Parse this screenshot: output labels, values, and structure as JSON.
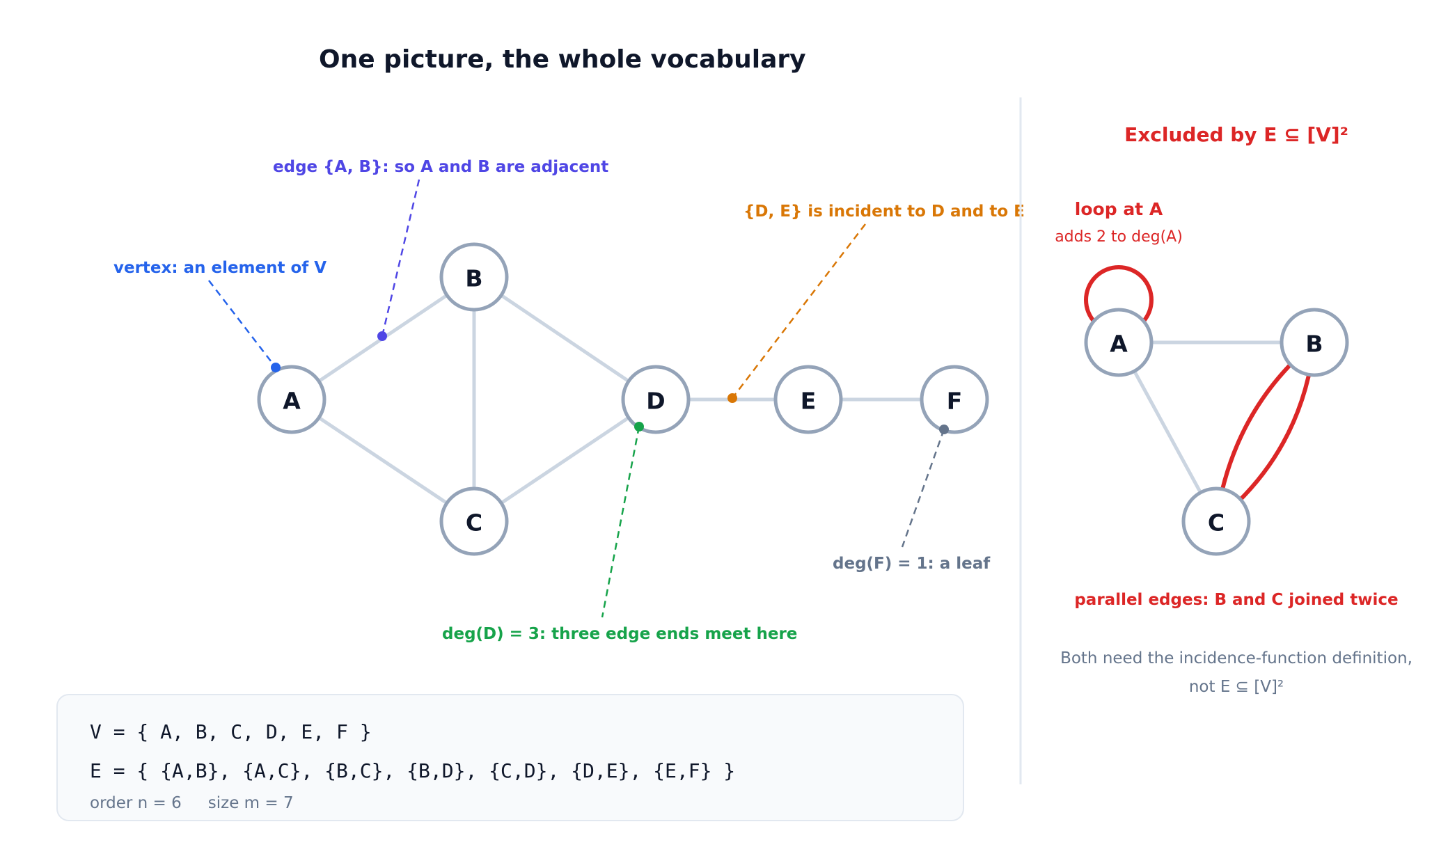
{
  "title": "One picture, the whole vocabulary",
  "main_graph": {
    "nodes": [
      "A",
      "B",
      "C",
      "D",
      "E",
      "F"
    ],
    "edges": [
      [
        "A",
        "B"
      ],
      [
        "A",
        "C"
      ],
      [
        "B",
        "C"
      ],
      [
        "B",
        "D"
      ],
      [
        "C",
        "D"
      ],
      [
        "D",
        "E"
      ],
      [
        "E",
        "F"
      ]
    ]
  },
  "annotations": {
    "vertex": "vertex: an element of V",
    "edge": "edge {A, B}: so A and B are adjacent",
    "incident": "{D, E} is incident to D and to E",
    "degree_d": "deg(D) = 3: three edge ends meet here",
    "leaf": "deg(F) = 1: a leaf"
  },
  "sets": {
    "v_line": "V = { A, B, C, D, E, F }",
    "e_line": "E = { {A,B}, {A,C}, {B,C}, {B,D}, {C,D}, {D,E}, {E,F} }",
    "order": "order n = 6",
    "size": "size m = 7"
  },
  "excluded_panel": {
    "title": "Excluded by E ⊆ [V]²",
    "loop_title": "loop at A",
    "loop_sub": "adds 2 to deg(A)",
    "nodes": [
      "A",
      "B",
      "C"
    ],
    "parallel_label": "parallel edges: B and C joined twice",
    "note_line1": "Both need the incidence-function definition,",
    "note_line2": "not E ⊆ [V]²"
  },
  "colors": {
    "vertex": "#2563eb",
    "edge": "#4f46e5",
    "incident": "#d97706",
    "degree": "#16a34a",
    "leaf": "#64748b",
    "excluded": "#dc2626",
    "node_stroke": "#94a3b8",
    "edge_stroke": "#cbd5e1"
  }
}
